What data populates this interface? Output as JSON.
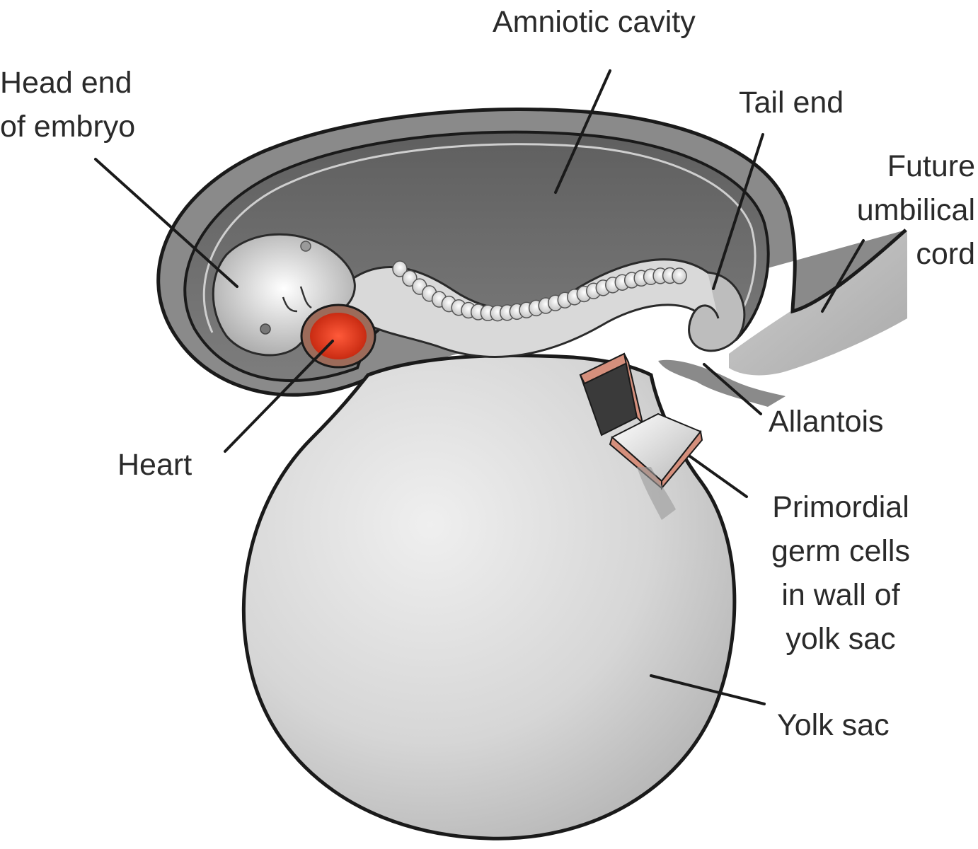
{
  "labels": {
    "amniotic_cavity": "Amniotic cavity",
    "head_end": [
      "Head end",
      "of embryo"
    ],
    "tail_end": "Tail end",
    "umbilical_cord": [
      "Future",
      "umbilical",
      "cord"
    ],
    "heart": "Heart",
    "allantois": "Allantois",
    "primordial_germ_cells": [
      "Primordial",
      "germ cells",
      "in wall of",
      "yolk sac"
    ],
    "yolk_sac": "Yolk sac"
  },
  "colors": {
    "outline": "#1a1a1a",
    "amnion_fill": "#6f6f6f",
    "yolk_fill": "#d4d4d4",
    "heart": "#e23a1c",
    "tissue_edge": "#c97b6a"
  }
}
